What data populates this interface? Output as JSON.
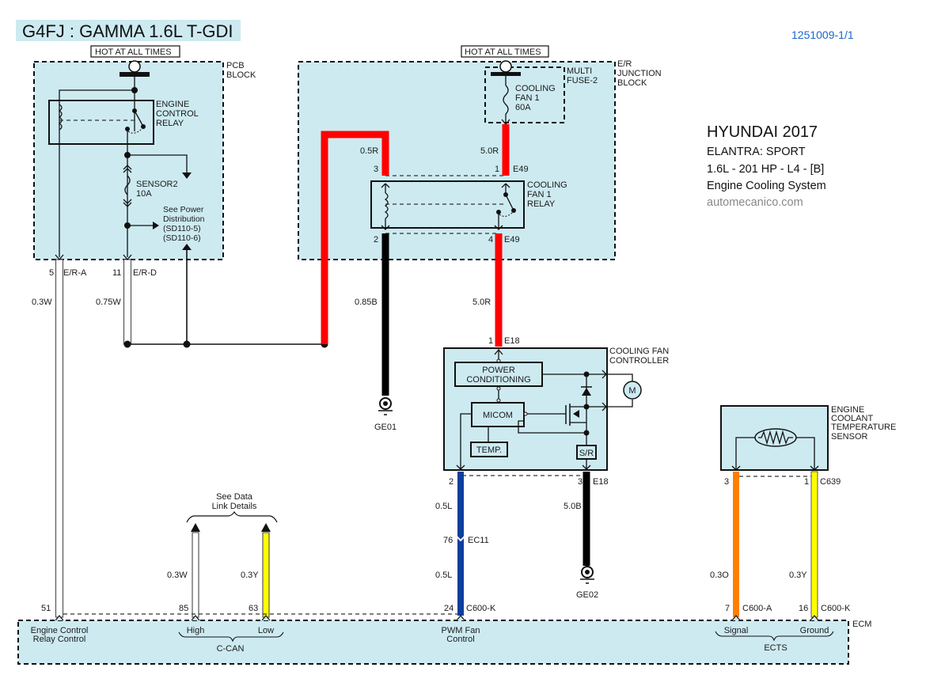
{
  "header": {
    "engine_title": "G4FJ : GAMMA 1.6L T-GDI",
    "diagram_code": "1251009-1/1"
  },
  "vehicle_info": {
    "make_year": "HYUNDAI 2017",
    "model": "ELANTRA: SPORT",
    "engine": "1.6L -  201 HP - L4  - [B]",
    "system": "Engine Cooling System",
    "source": "automecanico.com"
  },
  "colors": {
    "block_fill": "#cdeaf1",
    "wire_red": "#ff0000",
    "wire_black": "#000000",
    "wire_blue": "#0b3f9c",
    "wire_orange": "#ff7f00",
    "wire_yellow": "#ffff00",
    "wire_white": "#ffffff",
    "code_blue": "#1a66cc"
  },
  "pcb_block": {
    "hot_label": "HOT AT ALL TIMES",
    "name_line1": "PCB",
    "name_line2": "BLOCK",
    "relay_line1": "ENGINE",
    "relay_line2": "CONTROL",
    "relay_line3": "RELAY",
    "fuse_name": "SENSOR2",
    "fuse_rating": "10A",
    "ref_line1": "See Power",
    "ref_line2": "Distribution",
    "ref_line3": "(SD110-5)",
    "ref_line4": "(SD110-6)",
    "pins": [
      {
        "pin": "5",
        "connector": "E/R-A",
        "wire": "0.3W"
      },
      {
        "pin": "11",
        "connector": "E/R-D",
        "wire": "0.75W"
      }
    ]
  },
  "er_junction_block": {
    "hot_label": "HOT AT ALL TIMES",
    "name_line1": "E/R",
    "name_line2": "JUNCTION",
    "name_line3": "BLOCK",
    "multifuse_line1": "MULTI",
    "multifuse_line2": "FUSE-2",
    "fuse_line1": "COOLING",
    "fuse_line2": "FAN 1",
    "fuse_rating": "60A",
    "relay_line1": "COOLING",
    "relay_line2": "FAN 1",
    "relay_line3": "RELAY",
    "pins": {
      "p3": {
        "pin": "3",
        "wire": "0.5R"
      },
      "p1": {
        "pin": "1",
        "connector": "E49",
        "wire": "5.0R"
      },
      "p2": {
        "pin": "2",
        "wire": "0.85B"
      },
      "p4": {
        "pin": "4",
        "connector": "E49",
        "wire": "5.0R"
      }
    }
  },
  "grounds": {
    "ge01": "GE01",
    "ge02": "GE02"
  },
  "fan_controller": {
    "name_line1": "COOLING FAN",
    "name_line2": "CONTROLLER",
    "power_cond_line1": "POWER",
    "power_cond_line2": "CONDITIONING",
    "micom": "MICOM",
    "temp": "TEMP.",
    "sr": "S/R",
    "motor": "M",
    "pin_in": {
      "pin": "1",
      "connector": "E18"
    },
    "pin_pwm": {
      "pin": "2",
      "wire": "0.5L"
    },
    "pin_gnd": {
      "pin": "3",
      "connector": "E18",
      "wire": "5.0B"
    },
    "inline": {
      "pin": "76",
      "connector": "EC11",
      "wire_after": "0.5L"
    }
  },
  "coolant_sensor": {
    "name_line1": "ENGINE",
    "name_line2": "COOLANT",
    "name_line3": "TEMPERATURE",
    "name_line4": "SENSOR",
    "pin_signal": {
      "pin": "3",
      "wire": "0.3O"
    },
    "pin_ground": {
      "pin": "1",
      "connector": "C639",
      "wire": "0.3Y"
    }
  },
  "data_link": {
    "line1": "See Data",
    "line2": "Link Details",
    "high_wire": "0.3W",
    "low_wire": "0.3Y"
  },
  "ecm": {
    "name": "ECM",
    "pins": [
      {
        "pin": "51",
        "label_line1": "Engine Control",
        "label_line2": "Relay Control"
      },
      {
        "pin": "85",
        "label": "High"
      },
      {
        "pin": "63",
        "label": "Low"
      },
      {
        "pin": "24",
        "connector": "C600-K",
        "label_line1": "PWM Fan",
        "label_line2": "Control"
      },
      {
        "pin": "7",
        "connector": "C600-A",
        "label": "Signal"
      },
      {
        "pin": "16",
        "connector": "C600-K",
        "label": "Ground"
      }
    ],
    "group_can": "C-CAN",
    "group_ects": "ECTS"
  }
}
